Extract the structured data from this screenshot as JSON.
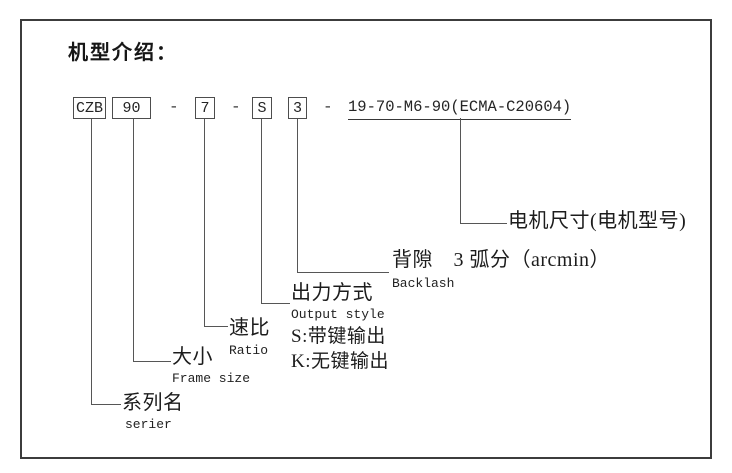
{
  "title": "机型介绍：",
  "code": {
    "box_series": "CZB",
    "box_frame": "90",
    "box_ratio": "7",
    "box_output": "S",
    "box_backlash": "3",
    "dash": "-",
    "motor_code": "19-70-M6-90(ECMA-C20604)"
  },
  "legend": {
    "series": {
      "zh": "系列名",
      "en": "serier"
    },
    "frame": {
      "zh": "大小",
      "en": "Frame size"
    },
    "ratio": {
      "zh": "速比",
      "en": "Ratio"
    },
    "output": {
      "zh": "出力方式",
      "en": "Output style",
      "option_s": "S:带键输出",
      "option_k": "K:无键输出"
    },
    "backlash": {
      "zh": "背隙　3 弧分（arcmin）",
      "en": "Backlash"
    },
    "motor": {
      "zh": "电机尺寸(电机型号)"
    }
  },
  "colors": {
    "background": "#ffffff",
    "border": "#3c3c3c",
    "line": "#565656",
    "text": "#1c1c1c"
  }
}
